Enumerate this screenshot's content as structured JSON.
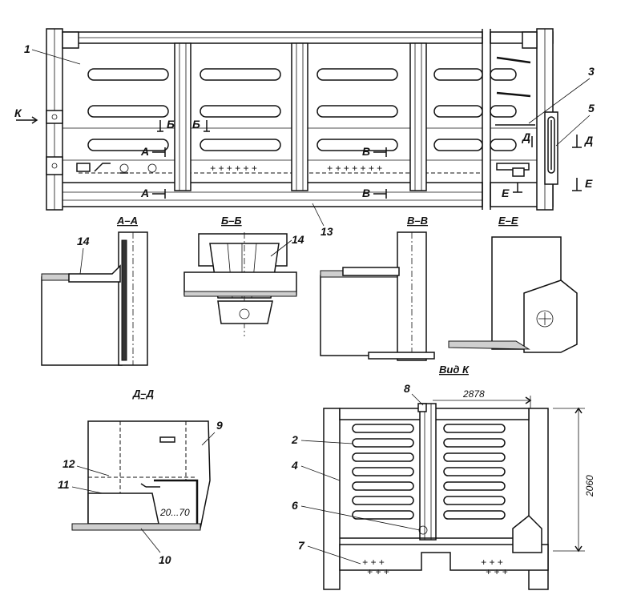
{
  "callouts": {
    "n1": "1",
    "n3": "3",
    "n5": "5",
    "n13": "13",
    "n14a": "14",
    "n14b": "14",
    "n8": "8",
    "n2": "2",
    "n4": "4",
    "n6": "6",
    "n7": "7",
    "n9": "9",
    "n12": "12",
    "n11": "11",
    "n10": "10"
  },
  "markers": {
    "K": "К",
    "B_top": "Б",
    "A_top": "А",
    "A_bottom": "А",
    "B_sec": "Б",
    "V_top": "В",
    "V_bottom": "В",
    "D_left": "Д",
    "D_right": "Д",
    "E_left": "Е",
    "E_right": "Е"
  },
  "sections": {
    "aa": "А–А",
    "bb": "Б–Б",
    "vv": "В–В",
    "ee": "Е–Е",
    "dd": "Д–Д",
    "view_k": "Вид К"
  },
  "dimensions": {
    "width": "2878",
    "height": "2060",
    "gap": "20...70"
  },
  "icons": {
    "section_arrow": "section-arrow-icon",
    "leader": "leader-line-icon"
  }
}
